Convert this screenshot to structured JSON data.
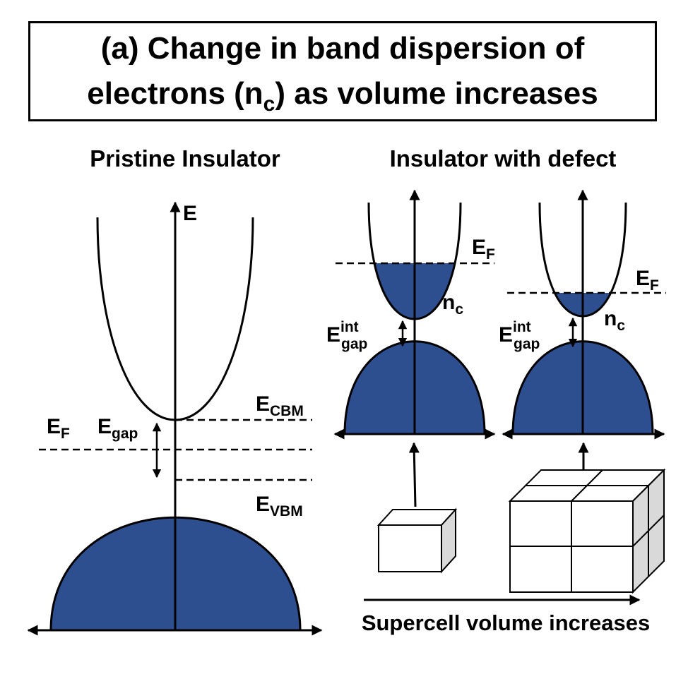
{
  "title": {
    "line1": "(a) Change in band dispersion of",
    "line2_pre": "electrons (n",
    "line2_sub": "c",
    "line2_post": ") as volume increases"
  },
  "pristine": {
    "heading": "Pristine Insulator",
    "axis_label": "E",
    "ef_main": "E",
    "ef_sub": "F",
    "egap_main": "E",
    "egap_sub": "gap",
    "ecbm_main": "E",
    "ecbm_sub": "CBM",
    "evbm_main": "E",
    "evbm_sub": "VBM"
  },
  "defect": {
    "heading": "Insulator with defect",
    "ef_main": "E",
    "ef_sub": "F",
    "nc_main": "n",
    "nc_sub": "c",
    "eint_main": "E",
    "eint_sup": "int",
    "eint_sub": "gap"
  },
  "supercell": {
    "label": "Supercell volume increases"
  },
  "colors": {
    "band_fill": "#2e4f8f",
    "line": "#000000",
    "cube_face": "#ffffff",
    "cube_side": "#d9d9d9"
  }
}
